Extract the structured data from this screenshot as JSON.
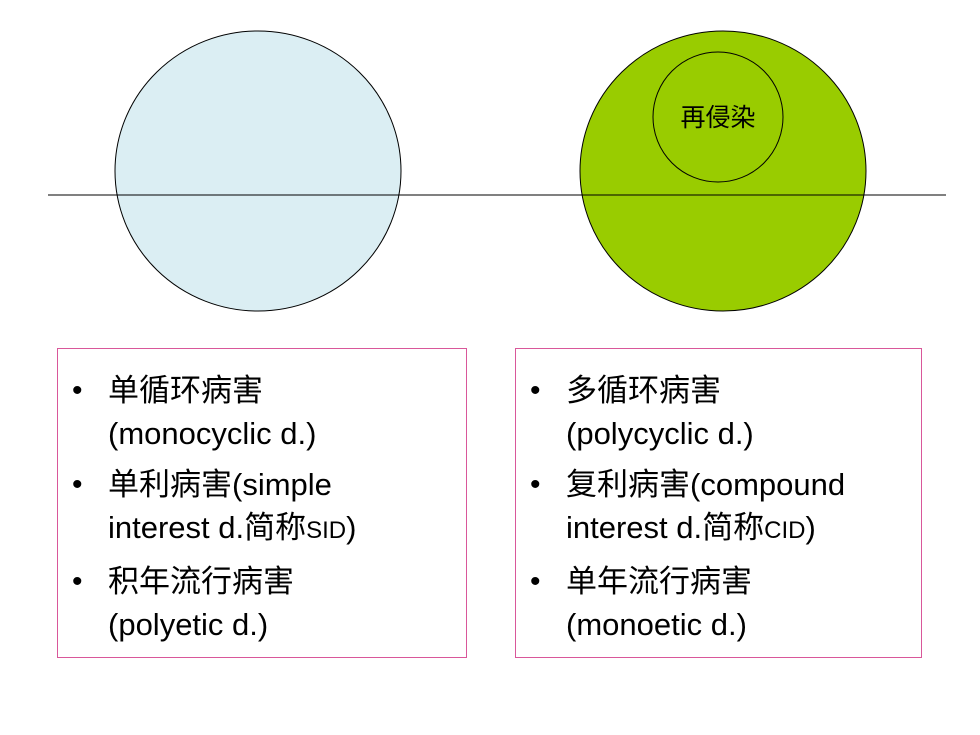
{
  "diagram": {
    "reinfection_label": "再侵染",
    "colors": {
      "left_circle_fill": "#dbeef3",
      "right_circle_fill": "#99cc00",
      "inner_circle_fill": "#99cc00",
      "stroke": "#000000",
      "box_border": "#d9579a"
    }
  },
  "left_list": {
    "items": [
      {
        "line1": "单循环病害",
        "line2": "(monocyclic d.)"
      },
      {
        "line1": "单利病害(simple",
        "line2_main": "interest d.简称",
        "line2_small": "SID",
        "line2_end": ")"
      },
      {
        "line1": "积年流行病害",
        "line2": "(polyetic d.)"
      }
    ]
  },
  "right_list": {
    "items": [
      {
        "line1": "多循环病害",
        "line2": "(polycyclic d.)"
      },
      {
        "line1": "复利病害(compound",
        "line2_main": "interest d.简称",
        "line2_small": "CID",
        "line2_end": ")"
      },
      {
        "line1": "单年流行病害",
        "line2": "(monoetic d.)"
      }
    ]
  },
  "bullet_char": "•"
}
